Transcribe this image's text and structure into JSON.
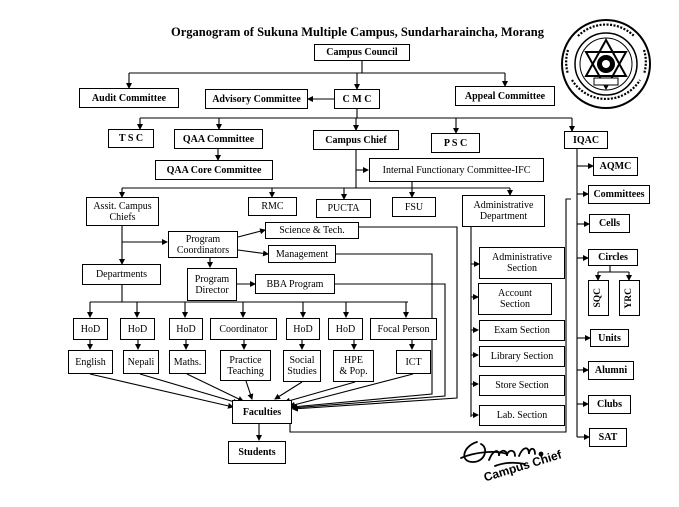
{
  "title": "Organogram of Sukuna Multiple Campus, Sundarharaincha, Morang",
  "nodes": {
    "campus_council": "Campus Council",
    "audit_committee": "Audit Committee",
    "advisory_committee": "Advisory Committee",
    "cmc": "C M C",
    "appeal_committee": "Appeal Committee",
    "tsc": "T S C",
    "qaa_committee": "QAA Committee",
    "campus_chief": "Campus Chief",
    "psc": "P S C",
    "iqac": "IQAC",
    "qaa_core_committee": "QAA Core Committee",
    "ifc": "Internal Functionary Committee-IFC",
    "aqmc": "AQMC",
    "assit_campus_chiefs": "Assit. Campus\nChiefs",
    "rmc": "RMC",
    "pucta": "PUCTA",
    "fsu": "FSU",
    "administrative_department": "Administrative\nDepartment",
    "committees": "Committees",
    "cells": "Cells",
    "program_coordinators": "Program\nCoordinators",
    "science_tech": "Science & Tech.",
    "management": "Management",
    "departments": "Departments",
    "administrative_section": "Administrative\nSection",
    "circles": "Circles",
    "sqc": "SQC",
    "yrc": "YRC",
    "program_director": "Program\nDirector",
    "bba_program": "BBA Program",
    "account_section": "Account\nSection",
    "units": "Units",
    "hod_english": "HoD",
    "hod_nepali": "HoD",
    "hod_maths": "HoD",
    "coordinator": "Coordinator",
    "hod_social": "HoD",
    "hod_hpe": "HoD",
    "focal_person": "Focal Person",
    "exam_section": "Exam Section",
    "english": "English",
    "nepali": "Nepali",
    "maths": "Maths.",
    "practice_teaching": "Practice\nTeaching",
    "social_studies": "Social\nStudies",
    "hpe_pop": "HPE\n& Pop.",
    "ict": "ICT",
    "library_section": "Library Section",
    "alumni": "Alumni",
    "store_section": "Store Section",
    "clubs": "Clubs",
    "faculties": "Faculties",
    "lab_section": "Lab. Section",
    "sat": "SAT",
    "students": "Students"
  },
  "seal_text": "SUKUNA MULTIPLE CAMPUS SUNDARHARAINCHA MUNICIPALITY MORANG Estd 2043",
  "signature_label": "Campus Chief"
}
